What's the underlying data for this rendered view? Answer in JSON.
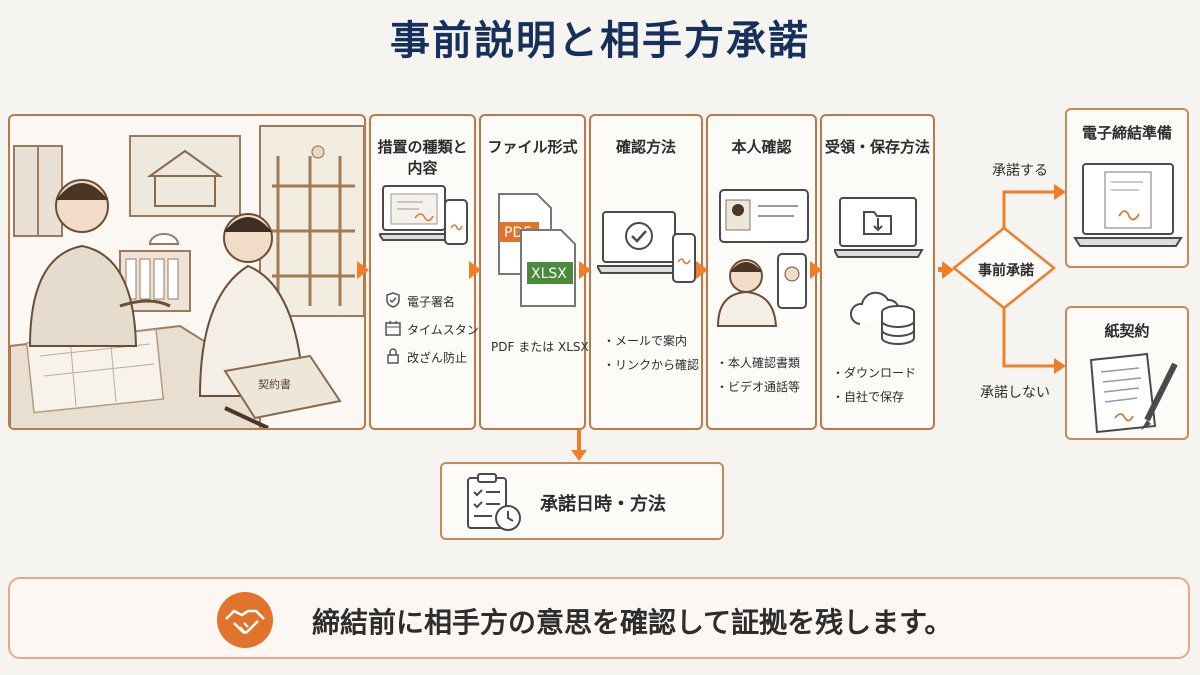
{
  "title": "事前説明と相手方承諾",
  "steps": [
    {
      "title": "措置の種類と内容",
      "items": [
        "電子署名",
        "タイムスタンプ",
        "改ざん防止"
      ]
    },
    {
      "title": "ファイル形式",
      "badges": [
        "PDF",
        "XLSX"
      ],
      "caption": "PDF または XLSX"
    },
    {
      "title": "確認方法",
      "items": [
        "・メールで案内",
        "・リンクから確認"
      ]
    },
    {
      "title": "本人確認",
      "items": [
        "・本人確認書類",
        "・ビデオ通話等"
      ]
    },
    {
      "title": "受領・保存方法",
      "items": [
        "・ダウンロード",
        "・自社で保存"
      ]
    }
  ],
  "illustration": {
    "document_label": "契約書"
  },
  "decision": {
    "label": "事前承諾",
    "yes_label": "承諾する",
    "no_label": "承諾しない"
  },
  "outcomes": {
    "yes": "電子締結準備",
    "no": "紙契約"
  },
  "consent_record": "承諾日時・方法",
  "footer": "締結前に相手方の意思を確認して証拠を残します。",
  "colors": {
    "accent": "#ef7d2a",
    "border": "#b77a4a",
    "title": "#17305a"
  }
}
